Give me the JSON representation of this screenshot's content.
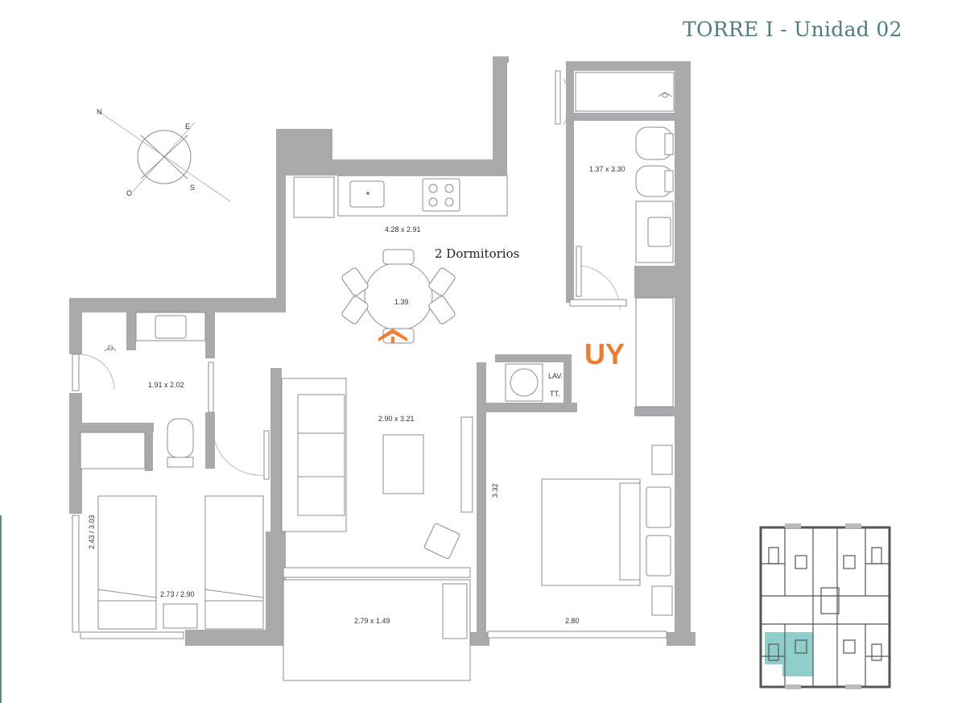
{
  "header": {
    "title": "TORRE I - Unidad 02"
  },
  "plan": {
    "subtitle": "2 Dormitorios",
    "rooms": [
      {
        "label": "4.28 x 2.91"
      },
      {
        "label": "1.37 x 3.30"
      },
      {
        "label": "1.91 x 2.02"
      },
      {
        "label": "2.90 x 3.21"
      },
      {
        "label": "2.43 / 3.03"
      },
      {
        "label": "2.73 / 2.90"
      },
      {
        "label": "2.79 x 1.49"
      },
      {
        "label": "2.80"
      },
      {
        "label": "3.32"
      }
    ],
    "fixtures": {
      "laundry": "LAV.",
      "water_heater": "TT.",
      "table_size": "1.39"
    },
    "watermark": "UY",
    "compass": {
      "n": "N",
      "e": "E",
      "s": "S",
      "o": "O"
    }
  },
  "colors": {
    "wall": "#a9aaab",
    "title": "#4e7e80",
    "highlight": "#8fcfcb",
    "watermark": "#f07a2e"
  }
}
